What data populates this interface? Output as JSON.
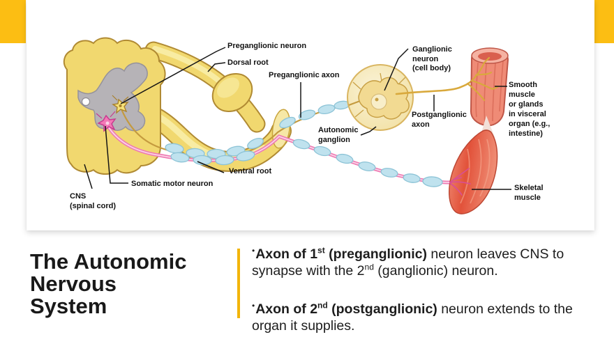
{
  "slide": {
    "title": "The Autonomic\nNervous\nSystem",
    "bullet_char": "•",
    "bullets": [
      {
        "bold_pre": "Axon of 1",
        "sup": "st",
        "bold_post": " (preganglionic)",
        "rest": " neuron leaves CNS to synapse with the 2",
        "sup2": "nd",
        "rest2": " (ganglionic) neuron."
      },
      {
        "bold_pre": "Axon of 2",
        "sup": "nd",
        "bold_post": " (postganglionic)",
        "rest": " neuron extends to the organ it supplies.",
        "sup2": "",
        "rest2": ""
      }
    ],
    "colors": {
      "accent": "#FCBE13",
      "divider": "#F2B50A",
      "title_text": "#191919",
      "body_text": "#1D1D1D",
      "label_text": "#111111",
      "cord_yellow": "#F1D86F",
      "gray_matter": "#B6B3B7",
      "myelin_blue": "#BFE2EE",
      "axon_pink": "#EE7AB2",
      "muscle_red": "#E8634A",
      "ganglion_cream": "#F7EDC6"
    }
  },
  "diagram": {
    "labels": {
      "preganglionic_neuron": "Preganglionic neuron",
      "dorsal_root": "Dorsal root",
      "preganglionic_axon": "Preganglionic axon",
      "ganglionic_neuron": "Ganglionic\nneuron\n(cell body)",
      "smooth_muscle": "Smooth\nmuscle\nor glands\nin visceral\norgan (e.g.,\nintestine)",
      "postganglionic_axon": "Postganglionic\naxon",
      "autonomic_ganglion": "Autonomic\nganglion",
      "skeletal_muscle": "Skeletal\nmuscle",
      "ventral_root": "Ventral root",
      "somatic_motor_neuron": "Somatic motor neuron",
      "cns": "CNS\n(spinal cord)"
    }
  }
}
